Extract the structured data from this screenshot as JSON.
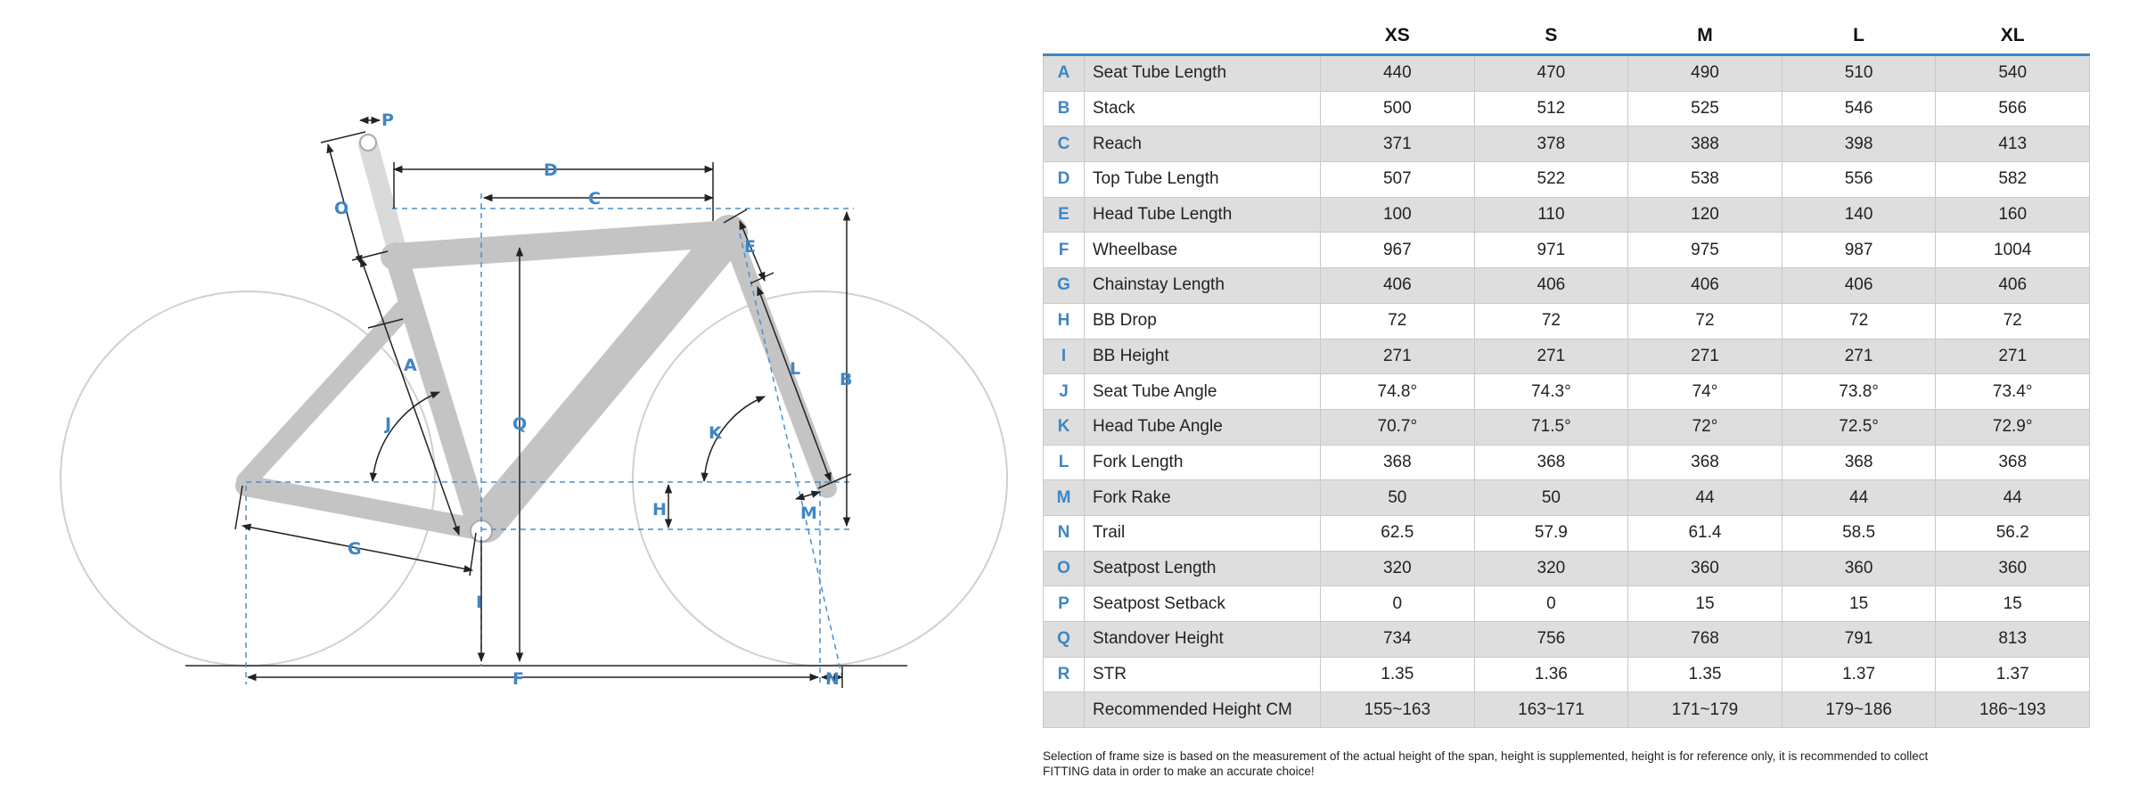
{
  "diagram": {
    "labels": [
      "P",
      "O",
      "D",
      "C",
      "E",
      "A",
      "B",
      "L",
      "J",
      "Q",
      "K",
      "H",
      "M",
      "G",
      "I",
      "F",
      "N"
    ]
  },
  "geometry": {
    "sizes": [
      "XS",
      "S",
      "M",
      "L",
      "XL"
    ],
    "rows": [
      {
        "letter": "A",
        "name": "Seat Tube Length",
        "values": [
          "440",
          "470",
          "490",
          "510",
          "540"
        ]
      },
      {
        "letter": "B",
        "name": "Stack",
        "values": [
          "500",
          "512",
          "525",
          "546",
          "566"
        ]
      },
      {
        "letter": "C",
        "name": "Reach",
        "values": [
          "371",
          "378",
          "388",
          "398",
          "413"
        ]
      },
      {
        "letter": "D",
        "name": "Top Tube Length",
        "values": [
          "507",
          "522",
          "538",
          "556",
          "582"
        ]
      },
      {
        "letter": "E",
        "name": "Head Tube Length",
        "values": [
          "100",
          "110",
          "120",
          "140",
          "160"
        ]
      },
      {
        "letter": "F",
        "name": "Wheelbase",
        "values": [
          "967",
          "971",
          "975",
          "987",
          "1004"
        ]
      },
      {
        "letter": "G",
        "name": "Chainstay Length",
        "values": [
          "406",
          "406",
          "406",
          "406",
          "406"
        ]
      },
      {
        "letter": "H",
        "name": "BB Drop",
        "values": [
          "72",
          "72",
          "72",
          "72",
          "72"
        ]
      },
      {
        "letter": "I",
        "name": "BB Height",
        "values": [
          "271",
          "271",
          "271",
          "271",
          "271"
        ]
      },
      {
        "letter": "J",
        "name": "Seat Tube Angle",
        "values": [
          "74.8°",
          "74.3°",
          "74°",
          "73.8°",
          "73.4°"
        ]
      },
      {
        "letter": "K",
        "name": "Head Tube Angle",
        "values": [
          "70.7°",
          "71.5°",
          "72°",
          "72.5°",
          "72.9°"
        ]
      },
      {
        "letter": "L",
        "name": "Fork Length",
        "values": [
          "368",
          "368",
          "368",
          "368",
          "368"
        ]
      },
      {
        "letter": "M",
        "name": "Fork Rake",
        "values": [
          "50",
          "50",
          "44",
          "44",
          "44"
        ]
      },
      {
        "letter": "N",
        "name": "Trail",
        "values": [
          "62.5",
          "57.9",
          "61.4",
          "58.5",
          "56.2"
        ]
      },
      {
        "letter": "O",
        "name": "Seatpost Length",
        "values": [
          "320",
          "320",
          "360",
          "360",
          "360"
        ]
      },
      {
        "letter": "P",
        "name": "Seatpost Setback",
        "values": [
          "0",
          "0",
          "15",
          "15",
          "15"
        ]
      },
      {
        "letter": "Q",
        "name": "Standover Height",
        "values": [
          "734",
          "756",
          "768",
          "791",
          "813"
        ]
      },
      {
        "letter": "R",
        "name": "STR",
        "values": [
          "1.35",
          "1.36",
          "1.35",
          "1.37",
          "1.37"
        ]
      },
      {
        "letter": "",
        "name": "Recommended Height CM",
        "values": [
          "155~163",
          "163~171",
          "171~179",
          "179~186",
          "186~193"
        ]
      }
    ],
    "note": "Selection of frame size is based on the measurement of the actual height of the span, height is supplemented, height is for reference only, it is recommended to collect FITTING data in order to make an accurate choice!"
  },
  "colors": {
    "accent": "#3f86c3",
    "frame": "#c4c4c4",
    "row_shade": "#dedede"
  }
}
